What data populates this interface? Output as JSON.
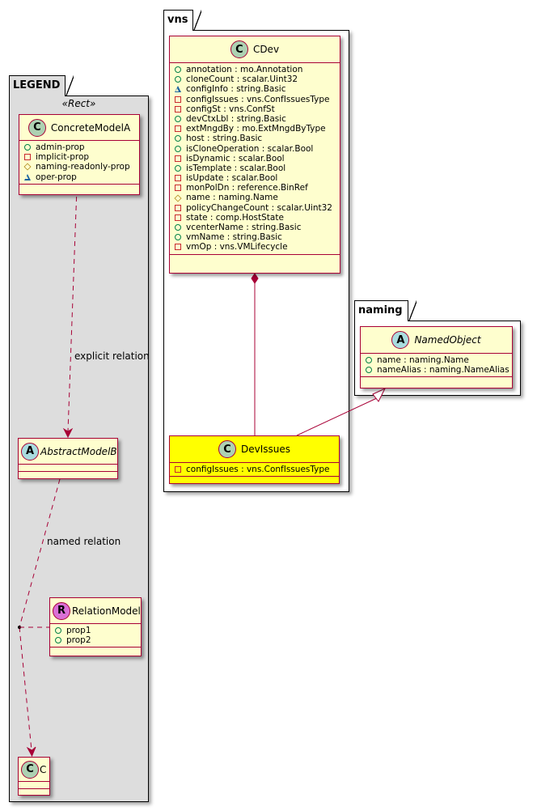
{
  "packages": {
    "legend": {
      "name": "LEGEND",
      "stereotype": "«Rect»"
    },
    "vns": {
      "name": "vns"
    },
    "naming": {
      "name": "naming"
    }
  },
  "classes": {
    "concrete_model_a": {
      "kind": "C",
      "name": "ConcreteModelA",
      "abstract": false,
      "attributes": [
        {
          "vis": "pub",
          "text": "admin-prop"
        },
        {
          "vis": "priv",
          "text": "implicit-prop"
        },
        {
          "vis": "prot",
          "text": "naming-readonly-prop"
        },
        {
          "vis": "pkg",
          "text": "oper-prop"
        }
      ]
    },
    "abstract_model_b": {
      "kind": "A",
      "name": "AbstractModelB",
      "abstract": true,
      "attributes": []
    },
    "relation_model": {
      "kind": "R",
      "name": "RelationModel",
      "abstract": false,
      "attributes": [
        {
          "vis": "pub",
          "text": "prop1"
        },
        {
          "vis": "pub",
          "text": "prop2"
        }
      ]
    },
    "c": {
      "kind": "C",
      "name": "C",
      "abstract": false,
      "attributes": []
    },
    "cdev": {
      "kind": "C",
      "name": "CDev",
      "abstract": false,
      "attributes": [
        {
          "vis": "pub",
          "text": "annotation : mo.Annotation"
        },
        {
          "vis": "pub",
          "text": "cloneCount : scalar.Uint32"
        },
        {
          "vis": "pkg",
          "text": "configInfo : string.Basic"
        },
        {
          "vis": "priv",
          "text": "configIssues : vns.ConfIssuesType"
        },
        {
          "vis": "priv",
          "text": "configSt : vns.ConfSt"
        },
        {
          "vis": "pub",
          "text": "devCtxLbl : string.Basic"
        },
        {
          "vis": "priv",
          "text": "extMngdBy : mo.ExtMngdByType"
        },
        {
          "vis": "pub",
          "text": "host : string.Basic"
        },
        {
          "vis": "pub",
          "text": "isCloneOperation : scalar.Bool"
        },
        {
          "vis": "priv",
          "text": "isDynamic : scalar.Bool"
        },
        {
          "vis": "pub",
          "text": "isTemplate : scalar.Bool"
        },
        {
          "vis": "priv",
          "text": "isUpdate : scalar.Bool"
        },
        {
          "vis": "priv",
          "text": "monPolDn : reference.BinRef"
        },
        {
          "vis": "prot",
          "text": "name : naming.Name"
        },
        {
          "vis": "priv",
          "text": "policyChangeCount : scalar.Uint32"
        },
        {
          "vis": "priv",
          "text": "state : comp.HostState"
        },
        {
          "vis": "pub",
          "text": "vcenterName : string.Basic"
        },
        {
          "vis": "pub",
          "text": "vmName : string.Basic"
        },
        {
          "vis": "priv",
          "text": "vmOp : vns.VMLifecycle"
        }
      ]
    },
    "dev_issues": {
      "kind": "C",
      "name": "DevIssues",
      "abstract": false,
      "highlight": "#ffff00",
      "attributes": [
        {
          "vis": "priv",
          "text": "configIssues : vns.ConfIssuesType"
        }
      ]
    },
    "named_object": {
      "kind": "A",
      "name": "NamedObject",
      "abstract": true,
      "attributes": [
        {
          "vis": "pub",
          "text": "name : naming.Name"
        },
        {
          "vis": "pub",
          "text": "nameAlias : naming.NameAlias"
        }
      ]
    }
  },
  "relations": [
    {
      "from": "ConcreteModelA",
      "to": "AbstractModelB",
      "type": "dependency",
      "label": "explicit relation"
    },
    {
      "from": "AbstractModelB",
      "to": "C",
      "type": "dependency",
      "label": "named relation",
      "association_class": "RelationModel"
    },
    {
      "from": "CDev",
      "to": "DevIssues",
      "type": "composition",
      "label": ""
    },
    {
      "from": "DevIssues",
      "to": "NamedObject",
      "type": "inheritance",
      "label": ""
    }
  ],
  "colors": {
    "border": "#a80036",
    "class_fill": "#fefece",
    "highlight": "#ffff00",
    "legend_bg": "#dddddd"
  }
}
